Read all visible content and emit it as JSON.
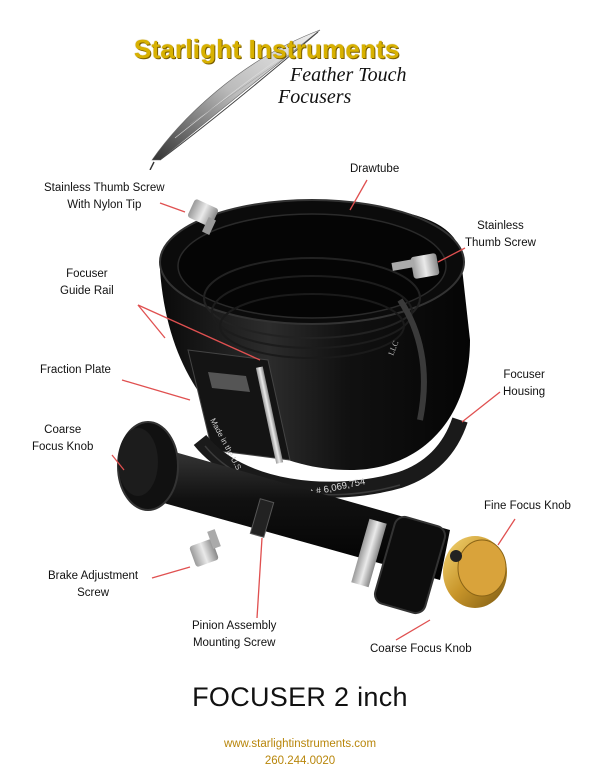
{
  "header": {
    "brand": "Starlight Instruments",
    "product_line_1": "Feather Touch",
    "product_line_2": "Focusers"
  },
  "labels": {
    "thumb_screw_nylon_1": "Stainless Thumb Screw",
    "thumb_screw_nylon_2": "With Nylon Tip",
    "drawtube": "Drawtube",
    "stainless_thumb_1": "Stainless",
    "stainless_thumb_2": "Thumb Screw",
    "guide_rail_1": "Focuser",
    "guide_rail_2": "Guide Rail",
    "fraction_plate": "Fraction Plate",
    "housing_1": "Focuser",
    "housing_2": "Housing",
    "coarse_left_1": "Coarse",
    "coarse_left_2": "Focus Knob",
    "fine_focus": "Fine Focus Knob",
    "brake_1": "Brake Adjustment",
    "brake_2": "Screw",
    "pinion_1": "Pinion Assembly",
    "pinion_2": "Mounting Screw",
    "coarse_right": "Coarse Focus Knob"
  },
  "engraving": {
    "patent": "Pat.# 6,069,754",
    "made_in": "Made in the U.S.A.",
    "llc": "LLC"
  },
  "title": "FOCUSER 2 inch",
  "footer": {
    "website": "www.starlightinstruments.com",
    "phone": "260.244.0020"
  },
  "colors": {
    "brand_gold": "#d8b100",
    "leader_red": "#e05050",
    "footer_gold": "#b8860b"
  }
}
